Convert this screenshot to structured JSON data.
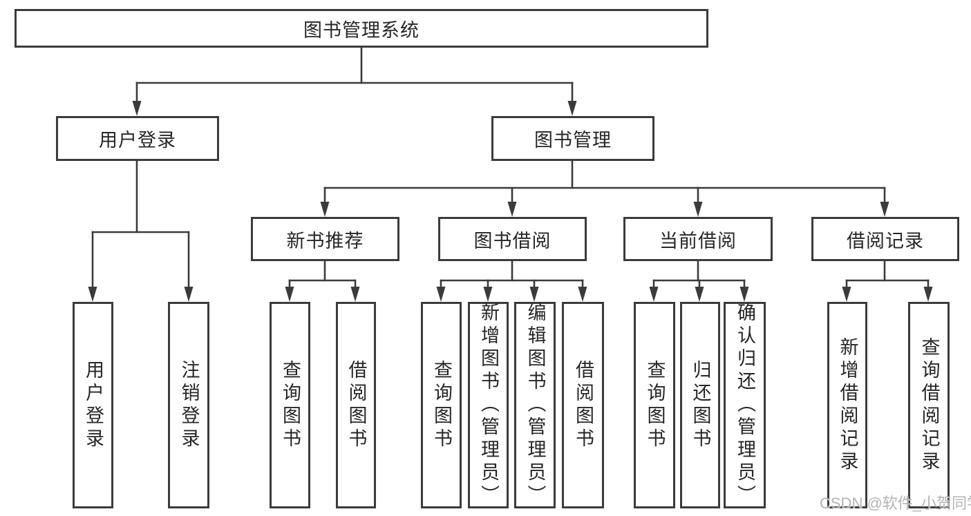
{
  "diagram": {
    "type": "hierarchy-tree",
    "tree": {
      "root": {
        "label": "图书管理系统",
        "children": [
          {
            "label": "用户登录",
            "children": [
              {
                "label": "用户登录"
              },
              {
                "label": "注销登录"
              }
            ]
          },
          {
            "label": "图书管理",
            "children": [
              {
                "label": "新书推荐",
                "children": [
                  {
                    "label": "查询图书"
                  },
                  {
                    "label": "借阅图书"
                  }
                ]
              },
              {
                "label": "图书借阅",
                "children": [
                  {
                    "label": "查询图书"
                  },
                  {
                    "label": "新增图书（管理员）"
                  },
                  {
                    "label": "编辑图书（管理员）"
                  },
                  {
                    "label": "借阅图书"
                  }
                ]
              },
              {
                "label": "当前借阅",
                "children": [
                  {
                    "label": "查询图书"
                  },
                  {
                    "label": "归还图书"
                  },
                  {
                    "label": "确认归还（管理员）"
                  }
                ]
              },
              {
                "label": "借阅记录",
                "children": [
                  {
                    "label": "新增借阅记录"
                  },
                  {
                    "label": "查询借阅记录"
                  }
                ]
              }
            ]
          }
        ]
      }
    },
    "colors": {
      "line": "#3b3b3b",
      "text": "#262626",
      "background": "#ffffff",
      "watermark": "#b3b3b3"
    }
  },
  "watermark": {
    "text": "CSDN @软件_小贺同学"
  }
}
